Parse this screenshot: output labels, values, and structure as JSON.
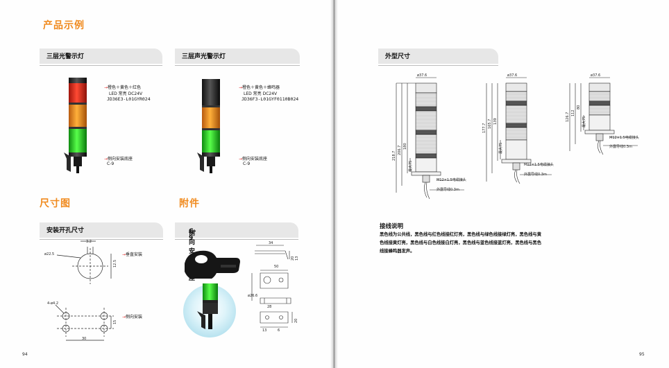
{
  "left_page": {
    "section_examples": "产品示例",
    "product1": {
      "header": "三层光警示灯",
      "spec_line1": "橙色＋黄色＋红色",
      "spec_line2": "LED 常亮 DC24V",
      "model": "JD36E3-L01GYR024",
      "base_label": "侧向安装底座",
      "base_code": "C-9"
    },
    "product2": {
      "header": "三层声光警示灯",
      "spec_line1": "橙色＋黄色＋蜂鸣器",
      "spec_line2": "LED 常亮 DC24V",
      "model": "JD36F3-L01GYF0110B024",
      "base_label": "侧向安装底座",
      "base_code": "C-9"
    },
    "section_dimensions": "尺寸图",
    "section_accessories": "附件",
    "mount_hole": {
      "header": "安装开孔尺寸",
      "top_dims": {
        "d1": "3.2",
        "d2": "ø22.5",
        "d3": "12.5"
      },
      "top_label": "垂直安装",
      "bottom_dims": {
        "d1": "4-ø4.2",
        "d2": "15",
        "d3": "30"
      },
      "bottom_label": "侧向安装"
    },
    "bracket": {
      "header": "侧向安装底座",
      "code": "C-9",
      "dims": [
        "34",
        "20",
        "13",
        "50",
        "ø26.6",
        "28",
        "20",
        "13",
        "6"
      ]
    },
    "page_number": "94"
  },
  "right_page": {
    "outline_header": "外型尺寸",
    "drawing1": {
      "diameter": "ø37.6",
      "heights": [
        "218.7",
        "206.7",
        "180"
      ],
      "base_height": "最大75",
      "thread": "M12×1.5电缆接头",
      "cable": "外露导线0.3m"
    },
    "drawing2": {
      "diameter": "ø37.6",
      "heights": [
        "177.7",
        "165.7",
        "139"
      ],
      "base_height": "最大75",
      "thread": "M12×1.5电缆接头",
      "cable": "外露导线0.3m"
    },
    "drawing3": {
      "diameter": "ø37.6",
      "heights": [
        "126.7",
        "112",
        "80"
      ],
      "base_height": "最大75",
      "thread": "M12×1.5电缆接头",
      "cable": "外露导线0.3m"
    },
    "wiring_title": "接线说明",
    "wiring_lines": [
      "黑色线为公共线，黑色线与红色线接红灯亮，黑色线与绿色线接绿灯亮，黑色线与黄",
      "色线接黄灯亮，黑色线与白色线接白灯亮，黑色线与蓝色线接蓝灯亮，黑色线与黑色",
      "线接蜂鸣器发声。"
    ],
    "page_number": "95"
  },
  "colors": {
    "accent": "#f08a1e",
    "header_pill": "#e7e7e7",
    "arrow": "#e0201c",
    "lamp_red": "#e02b1d",
    "lamp_orange": "#f58a1f",
    "lamp_green": "#24d020"
  }
}
